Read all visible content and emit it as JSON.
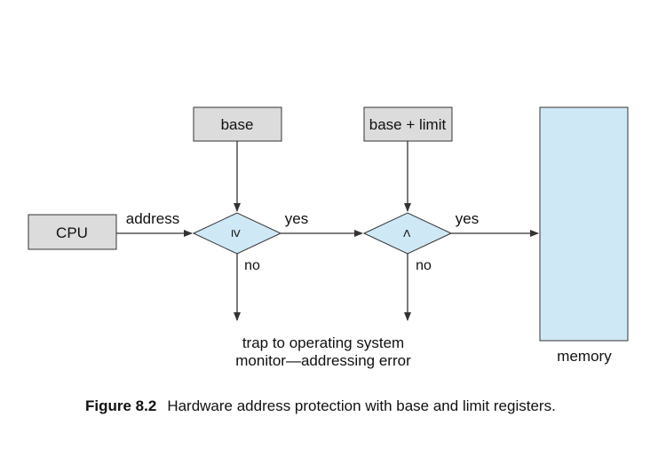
{
  "nodes": {
    "cpu": "CPU",
    "base": "base",
    "base_limit": "base + limit",
    "memory": "memory",
    "compare_ge": "≥",
    "compare_lt": "<"
  },
  "edges": {
    "address": "address",
    "yes_1": "yes",
    "no_1": "no",
    "yes_2": "yes",
    "no_2": "no"
  },
  "trap": {
    "line1": "trap to operating system",
    "line2": "monitor—addressing error"
  },
  "caption": {
    "figure": "Figure 8.2",
    "text": "Hardware address protection with base and limit registers."
  },
  "colors": {
    "register_fill": "#dcdcdc",
    "diamond_fill": "#cfe8f6",
    "memory_fill": "#cfe8f6",
    "stroke": "#333333"
  }
}
